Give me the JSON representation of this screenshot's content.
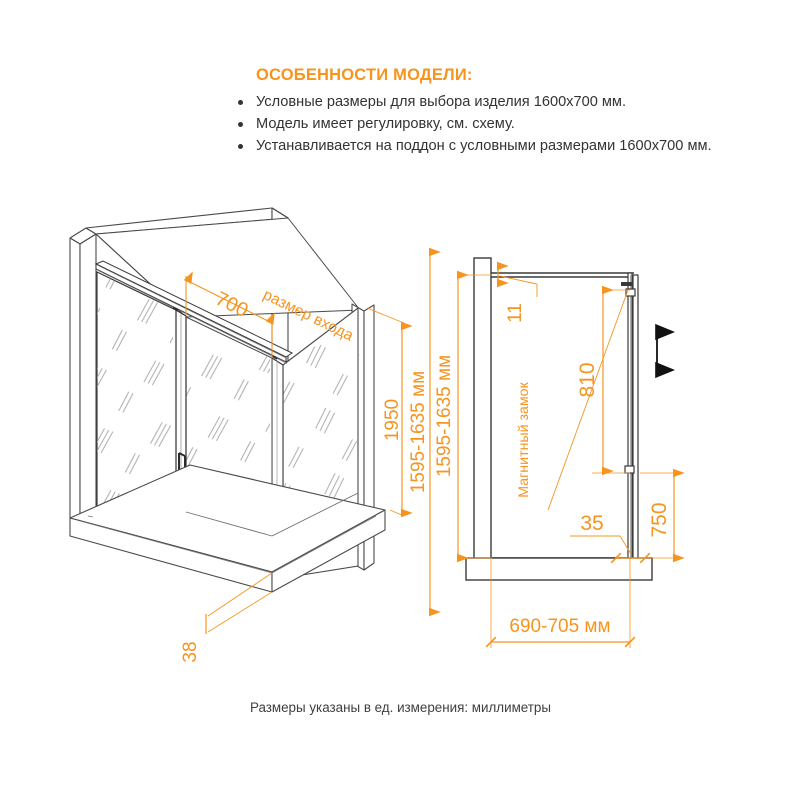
{
  "features": {
    "title": "ОСОБЕННОСТИ МОДЕЛИ:",
    "items": [
      "Условные размеры для выбора изделия 1600х700 мм.",
      "Модель имеет регулировку, см. схему.",
      "Устанавливается на поддон с условными размерами 1600х700 мм."
    ]
  },
  "footnote": "Размеры указаны в ед. измерения: миллиметры",
  "colors": {
    "accent": "#F7941E",
    "line": "#3f3f3f",
    "glass": "#9a9a9a",
    "text": "#333333"
  },
  "iso_view": {
    "name": "Изометрия душевого уголка",
    "entrance_label": "размер входа",
    "dimensions": {
      "entrance_width": "700",
      "glass_height": "1950",
      "total_height": "1595-1635 мм",
      "base_height": "38"
    }
  },
  "plan_view": {
    "name": "Вид сбоку с регулировкой",
    "labels": {
      "magnetic_lock": "Магнитный замок",
      "profile_thickness": "11",
      "lock_height": "810",
      "roller_height": "750",
      "gap": "35",
      "depth": "690-705 мм",
      "total_height": "1595-1635 мм"
    },
    "adjust_arrow": "vertical-adjust-arrow"
  }
}
